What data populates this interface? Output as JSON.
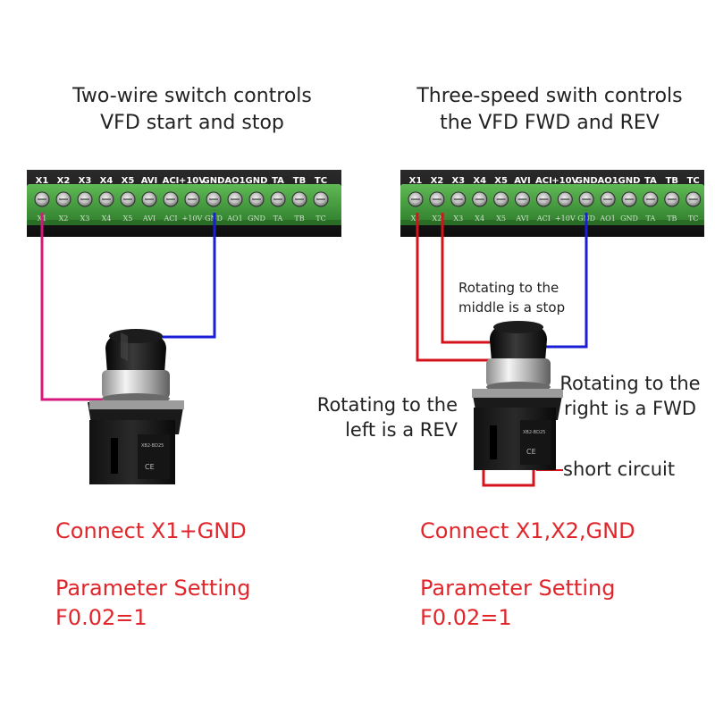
{
  "left": {
    "title_line1": "Two-wire switch controls",
    "title_line2": "VFD start and stop",
    "connect": "Connect X1+GND",
    "param_label": "Parameter Setting",
    "param_value": "F0.02=1"
  },
  "right": {
    "title_line1": "Three-speed swith controls",
    "title_line2": "the VFD FWD and REV",
    "note_stop_line1": "Rotating to the",
    "note_stop_line2": "middle is a stop",
    "note_rev_line1": "Rotating to the",
    "note_rev_line2": "left is a REV",
    "note_fwd_line1": "Rotating to the",
    "note_fwd_line2": "right is a FWD",
    "note_short": "short circuit",
    "connect": "Connect X1,X2,GND",
    "param_label": "Parameter Setting",
    "param_value": "F0.02=1"
  },
  "terminal_labels": [
    "X1",
    "X2",
    "X3",
    "X4",
    "X5",
    "AVI",
    "ACI",
    "+10V",
    "GND",
    "AO1",
    "GND",
    "TA",
    "TB",
    "TC"
  ],
  "terminal_sublabels": [
    "X1",
    "X2",
    "X3",
    "X4",
    "X5",
    "AVI",
    "ACI",
    "+10V",
    "GND",
    "AO1",
    "GND",
    "TA",
    "TB",
    "TC"
  ],
  "colors": {
    "wire_magenta": "#d4187e",
    "wire_blue": "#1a1fd6",
    "wire_red": "#d4141c",
    "text_red": "#e0262b",
    "terminal_green": "#3f9a3a"
  },
  "icons": [
    "terminal-block-icon",
    "rotary-switch-icon"
  ]
}
